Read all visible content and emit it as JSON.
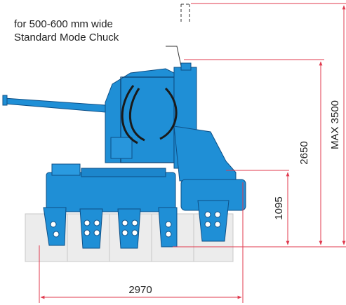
{
  "callout": {
    "line1": "for 500-600 mm wide",
    "line2": "Standard Mode Chuck"
  },
  "dimensions": {
    "width": "2970",
    "low_height": "1095",
    "mid_height": "2650",
    "max_height": "MAX 3500"
  },
  "colors": {
    "machine_blue": "#1f8fd6",
    "machine_dark": "#0d4f86",
    "dimension_line": "#e03a4e",
    "shadow_gray": "#e6e6e6"
  }
}
